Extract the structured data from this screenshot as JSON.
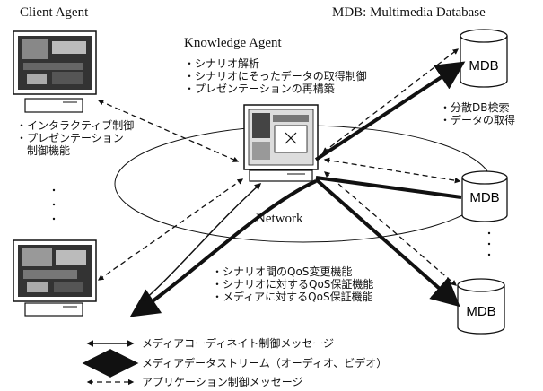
{
  "client_agent": {
    "title": "Client Agent",
    "features": [
      "・インタラクティブ制御",
      "・プレゼンテーション",
      "　制御機能"
    ]
  },
  "knowledge_agent": {
    "title": "Knowledge Agent",
    "features": [
      "・シナリオ解析",
      "・シナリオにそったデータの取得制御",
      "・プレゼンテーションの再構築"
    ]
  },
  "mdb": {
    "title": "MDB: Multimedia Database",
    "node_label": "MDB",
    "features": [
      "・分散DB検索",
      "・データの取得"
    ]
  },
  "network": {
    "label": "Network"
  },
  "qos": {
    "lines": [
      "・シナリオ間のQoS変更機能",
      "・シナリオに対するQoS保証機能",
      "・メディアに対するQoS保証機能"
    ]
  },
  "legend": [
    {
      "style": "thin",
      "label": "メディアコーディネイト制御メッセージ"
    },
    {
      "style": "thick",
      "label": "メディアデータストリーム（オーディオ、ビデオ）"
    },
    {
      "style": "dashed",
      "label": "アプリケーション制御メッセージ"
    }
  ],
  "ellipsis": "･"
}
